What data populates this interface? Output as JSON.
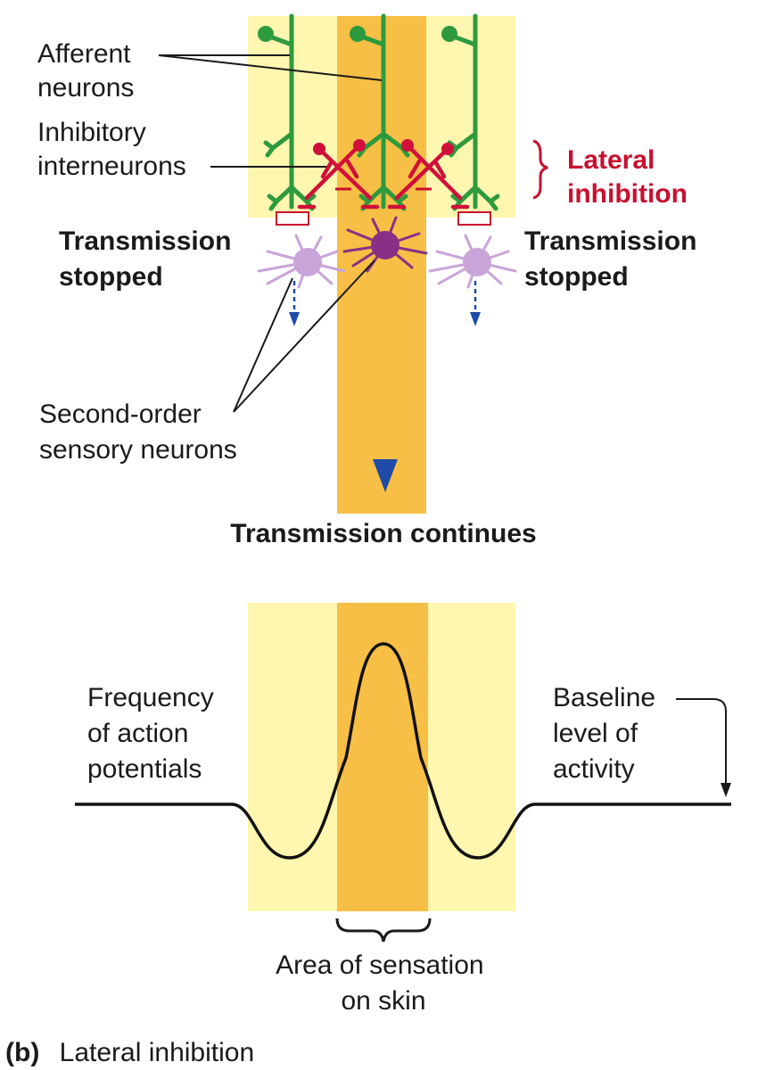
{
  "labels": {
    "afferent": [
      "Afferent",
      "neurons"
    ],
    "inhibitory": [
      "Inhibitory",
      "interneurons"
    ],
    "lateral": [
      "Lateral",
      "inhibition"
    ],
    "stopped_left": [
      "Transmission",
      "stopped"
    ],
    "stopped_right": [
      "Transmission",
      "stopped"
    ],
    "second_order": [
      "Second-order",
      "sensory neurons"
    ],
    "continues": "Transmission continues",
    "frequency": [
      "Frequency",
      "of action",
      "potentials"
    ],
    "baseline": [
      "Baseline",
      "level of",
      "activity"
    ],
    "area": [
      "Area of sensation",
      "on skin"
    ],
    "caption_tag": "(b)",
    "caption_text": "Lateral inhibition"
  },
  "colors": {
    "pale_band": "#fff6b0",
    "center_band": "#f7bf45",
    "afferent_green": "#2e9a3e",
    "inhibitory_red": "#d0103a",
    "active_neuron": "#8a2f86",
    "stopped_neuron": "#c9a4d9",
    "arrow_blue": "#1f4aa8",
    "label_red": "#c8102e"
  }
}
